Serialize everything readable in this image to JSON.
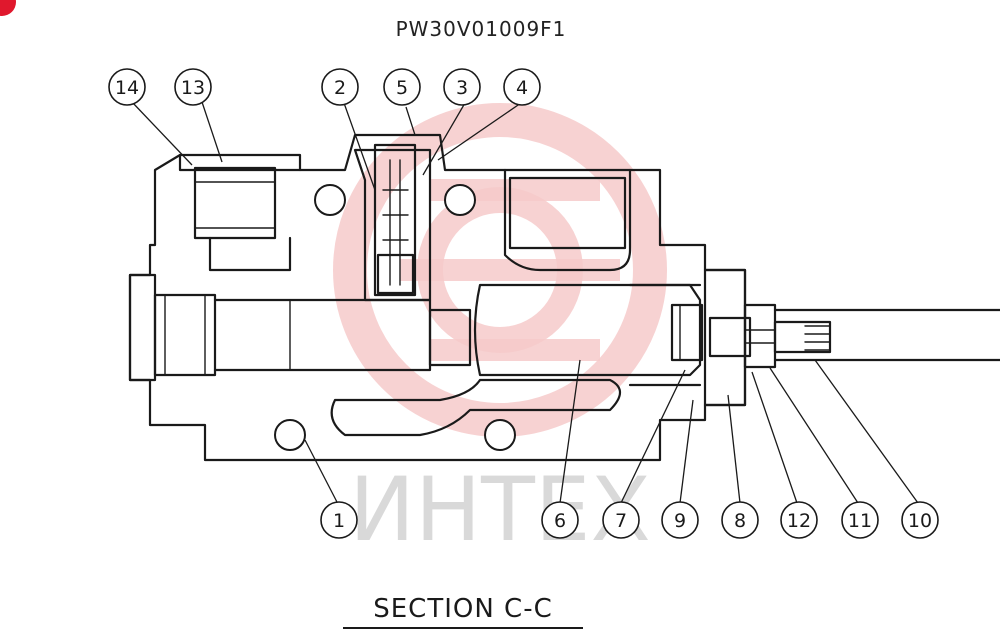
{
  "drawing_code": "PW30V01009F1",
  "section_title": "SECTION C-C",
  "watermark_text": "ИНТЕХ",
  "colors": {
    "line": "#1a1a1a",
    "watermark_logo": "#f6caca",
    "watermark_text": "#d9d9d9",
    "corner_mark": "#e0182d"
  },
  "callouts": {
    "top": [
      "14",
      "13",
      "2",
      "5",
      "3",
      "4"
    ],
    "bottom": [
      "1",
      "6",
      "7",
      "9",
      "8",
      "12",
      "11",
      "10"
    ]
  }
}
